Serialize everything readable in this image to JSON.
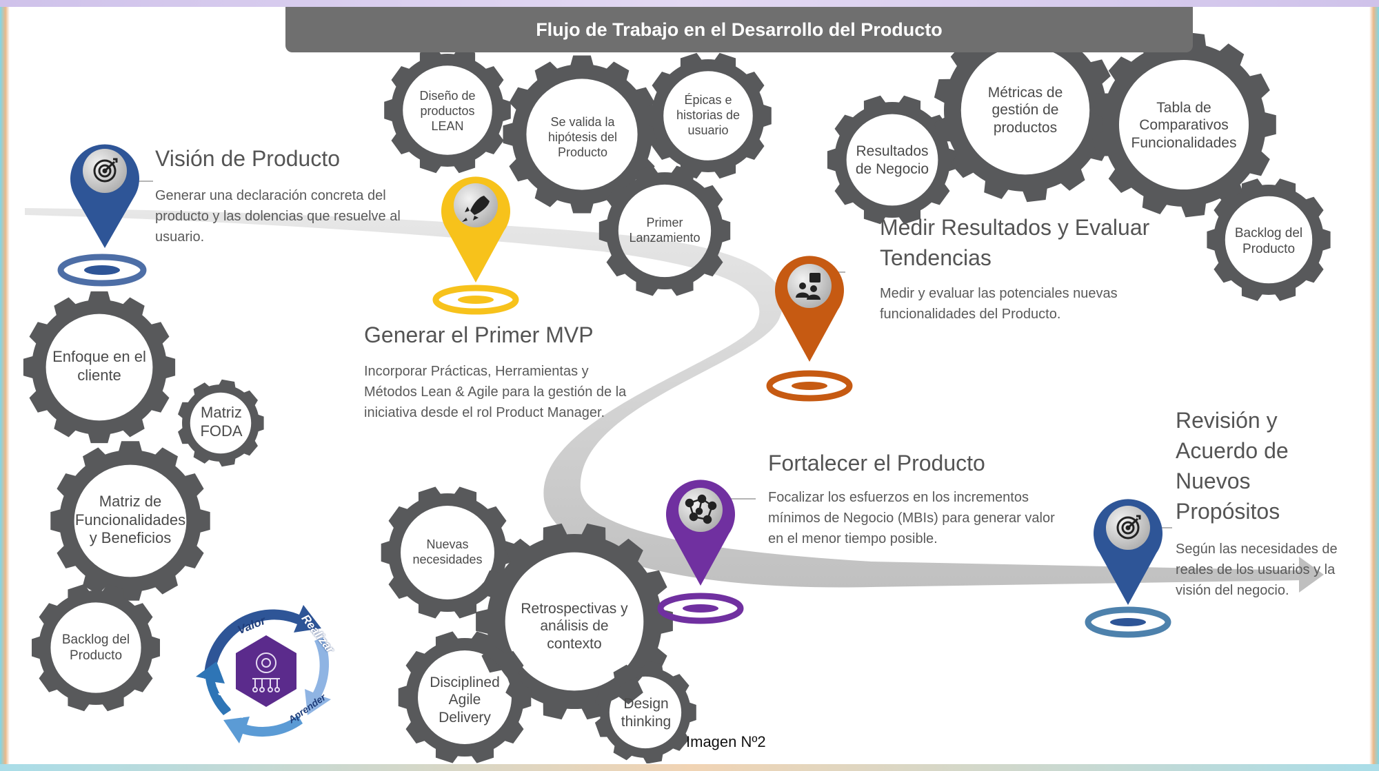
{
  "title": "Flujo de Trabajo en el Desarrollo del Producto",
  "caption": "Imagen Nº2",
  "colors": {
    "gear": "#58595b",
    "road": "#d6d6d6",
    "blue": "#2e5597",
    "yellow": "#f7c21b",
    "orange": "#c65a12",
    "purple": "#7030a0",
    "title_bar": "#6f6f6f"
  },
  "stages": [
    {
      "heading": "Visión de Producto",
      "description": "Generar una declaración concreta del producto y las dolencias que resuelve al usuario.",
      "icon": "target-icon"
    },
    {
      "heading": "Generar el Primer MVP",
      "description": "Incorporar Prácticas, Herramientas  y Métodos Lean & Agile para la gestión de la iniciativa desde el rol Product Manager.",
      "icon": "rocket-icon"
    },
    {
      "heading": "Medir Resultados y Evaluar Tendencias",
      "description": "Medir y evaluar las potenciales nuevas funcionalidades del Producto.",
      "icon": "money-person-icon"
    },
    {
      "heading": "Fortalecer el Producto",
      "description": "Focalizar los esfuerzos en los incrementos mínimos de Negocio (MBIs)  para generar valor en el menor tiempo posible.",
      "icon": "network-icon"
    },
    {
      "heading": "Revisión y Acuerdo de Nuevos Propósitos",
      "description": "Según las necesidades de reales de los usuarios y la visión del negocio.",
      "icon": "target-icon"
    }
  ],
  "gears": {
    "left": [
      "Enfoque en el cliente",
      "Matriz FODA",
      "Matriz de Funcionalidades y Beneficios",
      "Backlog del Producto"
    ],
    "mvp": [
      "Diseño de productos LEAN",
      "Se valida la hipótesis del Producto",
      "Épicas e historias de usuario",
      "Primer Lanzamiento"
    ],
    "measure": [
      "Resultados de Negocio",
      "Métricas de gestión de productos",
      "Tabla de Comparativos Funcionalidades",
      "Backlog del Producto"
    ],
    "strengthen": [
      "Nuevas necesidades",
      "Retrospectivas y análisis de contexto",
      "Disciplined Agile Delivery",
      "Design thinking"
    ]
  },
  "cycle": {
    "labels": [
      "Valor",
      "Realizar",
      "Aprender",
      "Ajustar"
    ],
    "icon": "gear-network-icon"
  }
}
